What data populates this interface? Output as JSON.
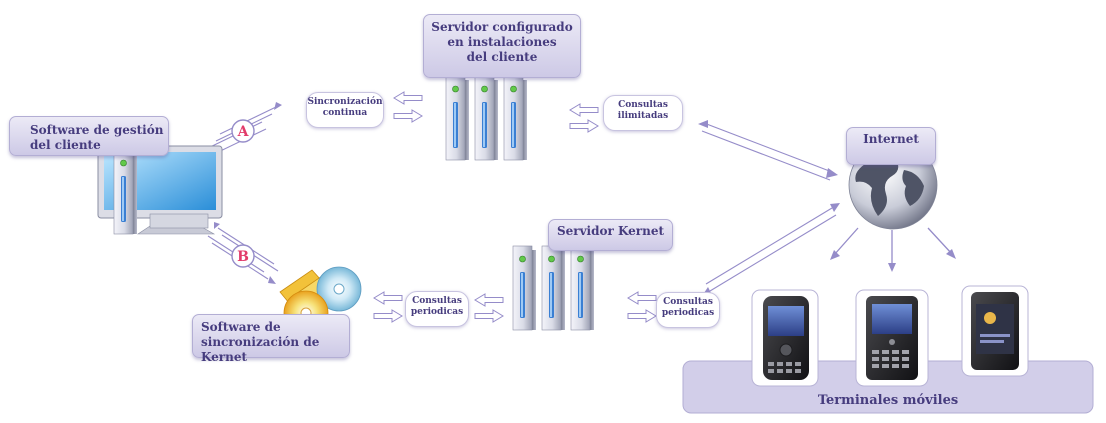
{
  "nodes": {
    "server_client": "Servidor configurado\nen instalaciones\ndel cliente",
    "client_software": "Software de gestión\ndel cliente",
    "internet": "Internet",
    "server_kernet": "Servidor Kernet",
    "sync_software": "Software de\nsincronización de Kernet",
    "mobile_terminals": "Terminales móviles"
  },
  "pills": {
    "sync_continuous": "Sincronización\ncontinua",
    "unlimited_queries": "Consultas\nilimitadas",
    "periodic_queries_1": "Consultas\nperiodicas",
    "periodic_queries_2": "Consultas\nperiodicas"
  },
  "markers": {
    "a": "A",
    "b": "B"
  },
  "colors": {
    "box_text": "#463c7e",
    "arrow": "#8f86c4",
    "marker": "#e23b6a"
  },
  "icons": [
    "server-rack-icon",
    "desktop-computer-icon",
    "cd-software-icon",
    "globe-icon",
    "smartphone-icon"
  ]
}
